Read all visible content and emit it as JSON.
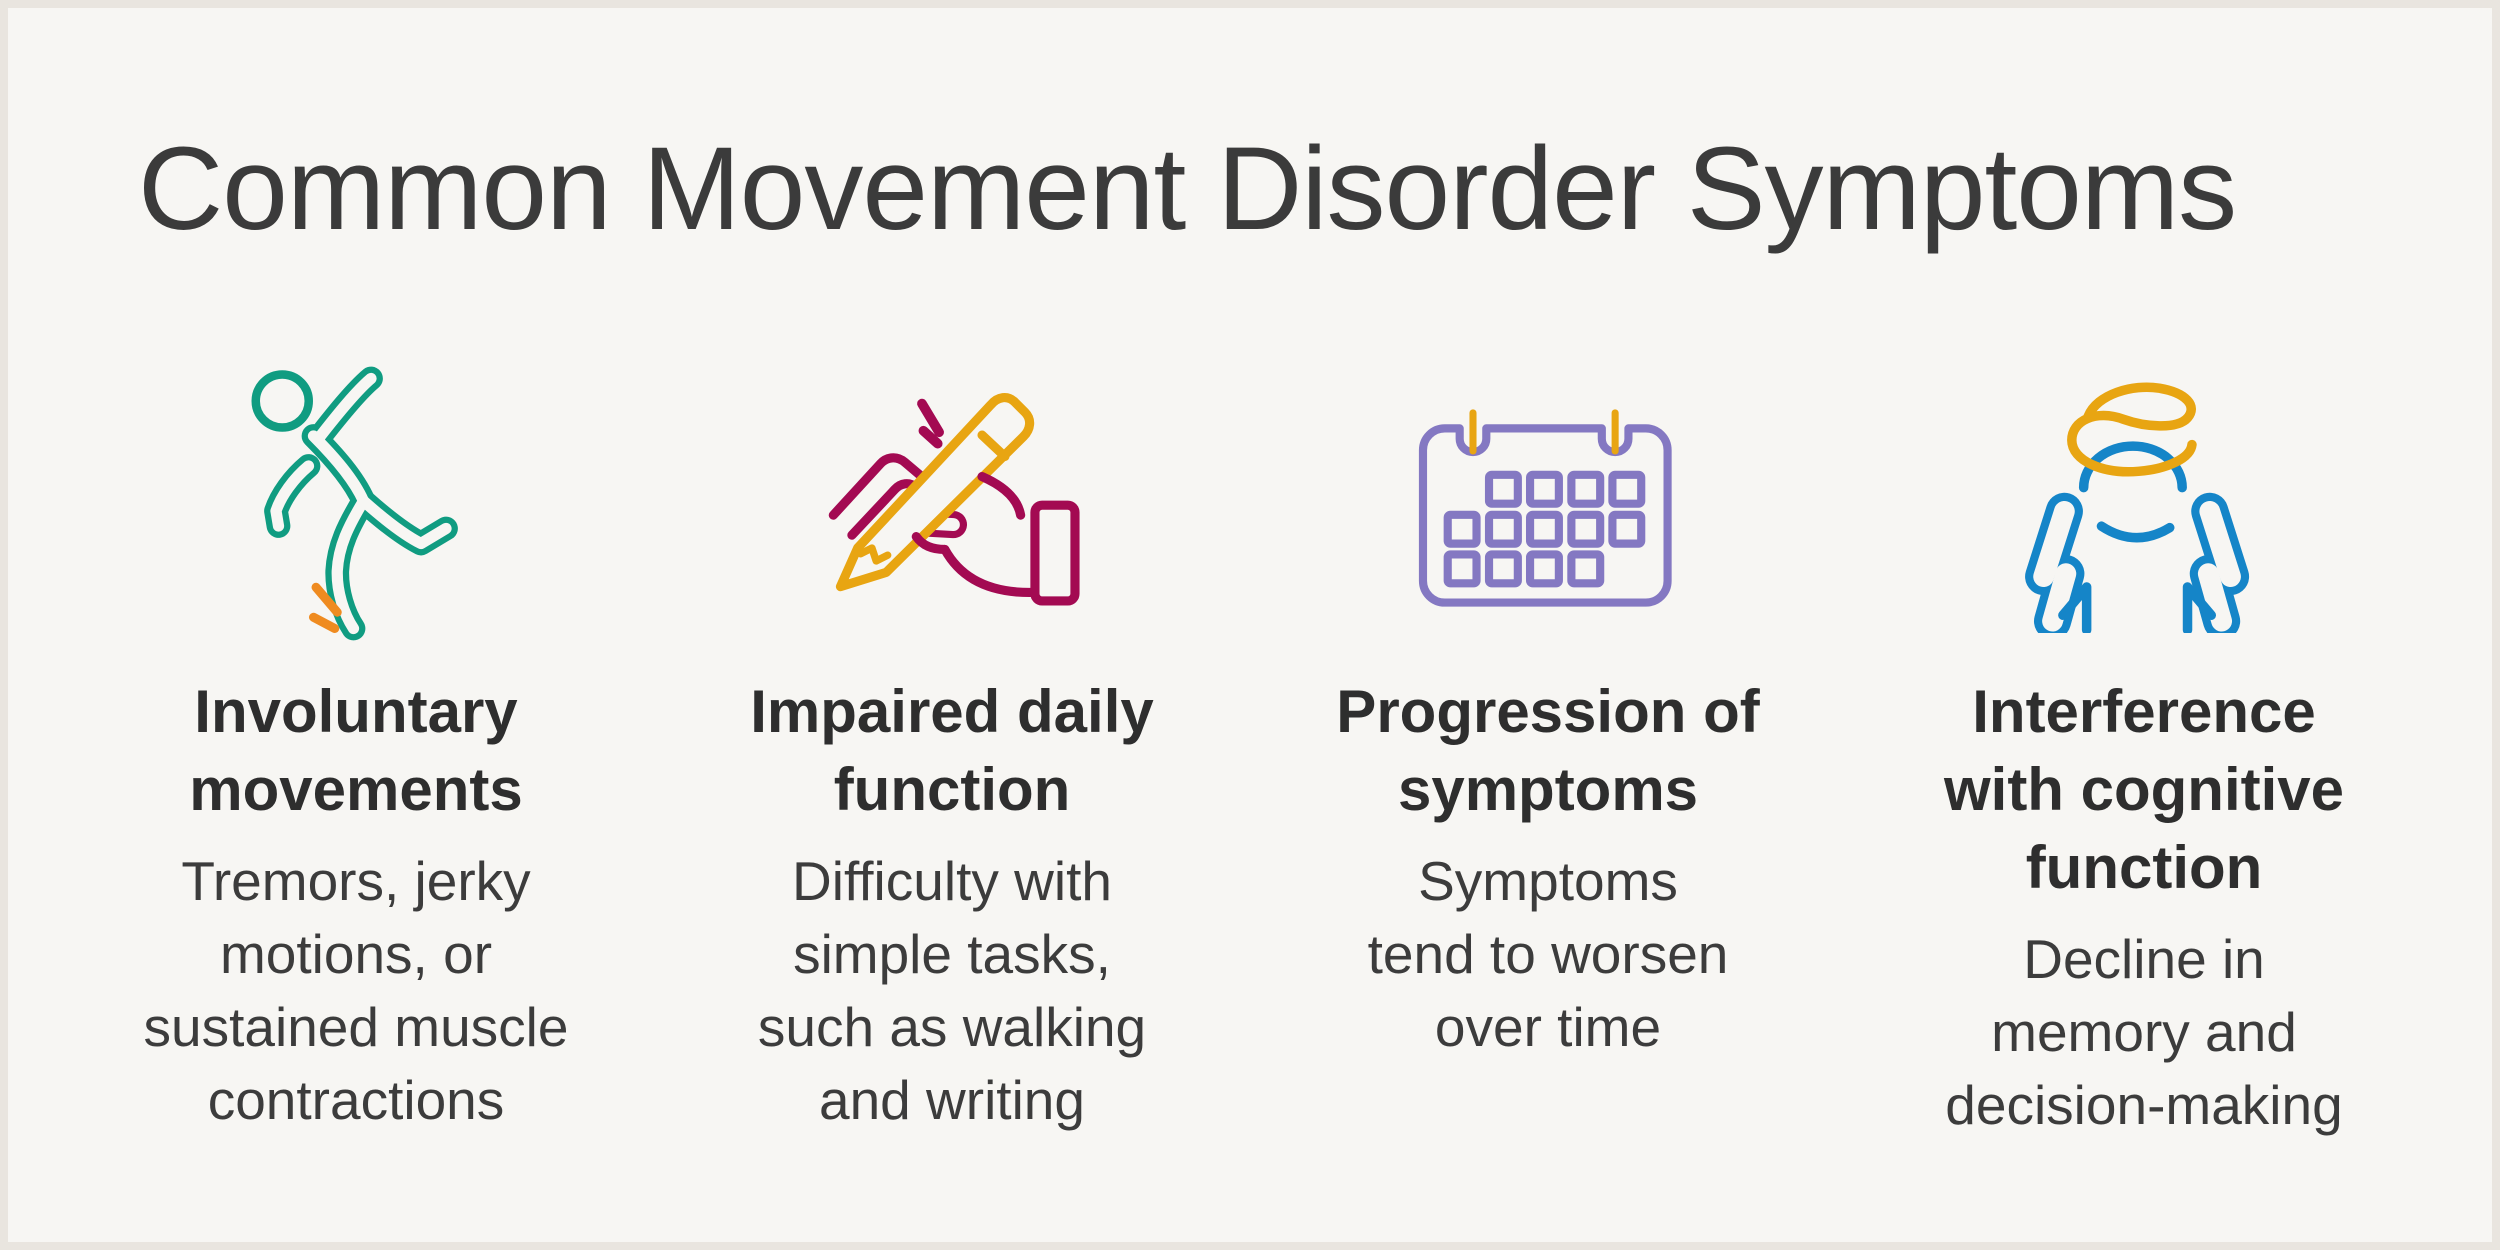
{
  "page": {
    "title": "Common Movement Disorder Symptoms"
  },
  "colors": {
    "bg": "#f7f6f3",
    "border_color": "#e9e5df",
    "title_color": "#3b3b3b",
    "heading_color": "#2e2e2e",
    "desc_color": "#3c3c3c",
    "teal": "#109c81",
    "orange": "#ef8b20",
    "crimson": "#a30a52",
    "gold": "#e8a512",
    "purple": "#8478c2",
    "blue": "#1585c8"
  },
  "columns": [
    {
      "icon": "falling-person-icon",
      "heading": "Involuntary\nmovements",
      "description": "Tremors, jerky\nmotions, or\nsustained muscle\ncontractions"
    },
    {
      "icon": "hand-writing-icon",
      "heading": "Impaired daily\nfunction",
      "description": "Difficulty with\nsimple tasks,\nsuch as walking\nand writing"
    },
    {
      "icon": "calendar-icon",
      "heading": "Progression of\nsymptoms",
      "description": "Symptoms\ntend to worsen\nover time"
    },
    {
      "icon": "dizzy-person-icon",
      "heading": "Interference\nwith cognitive\nfunction",
      "description": "Decline in\nmemory and\ndecision-making"
    }
  ]
}
